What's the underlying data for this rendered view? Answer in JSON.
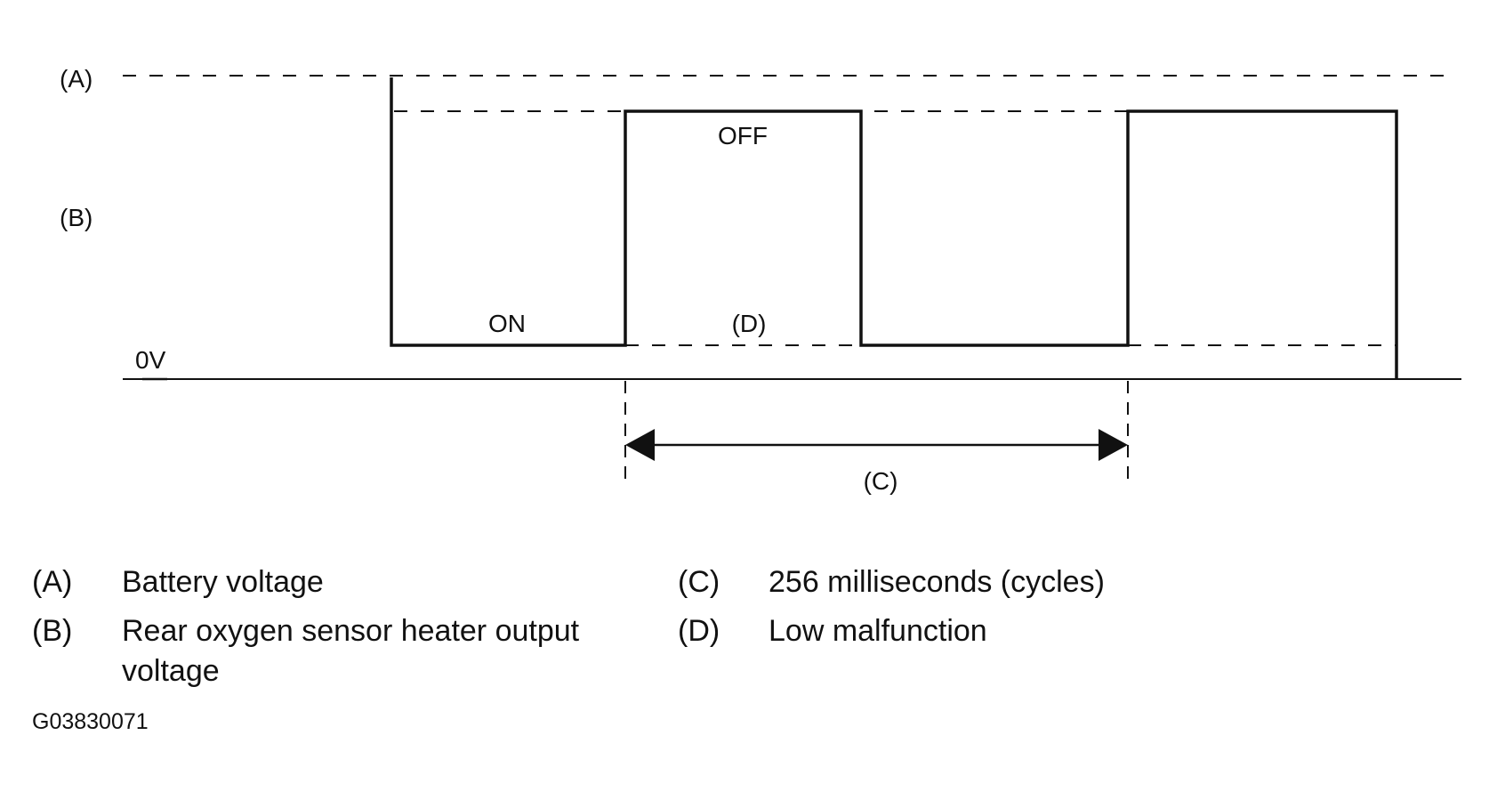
{
  "diagram": {
    "level_labels": {
      "a": "(A)",
      "b": "(B)",
      "zero": "0V"
    },
    "state_labels": {
      "on": "ON",
      "off": "OFF",
      "d": "(D)"
    },
    "period_label": "(C)"
  },
  "legend": {
    "a": {
      "key": "(A)",
      "text": "Battery voltage"
    },
    "b": {
      "key": "(B)",
      "text": "Rear oxygen sensor heater output voltage"
    },
    "c": {
      "key": "(C)",
      "text": "256 milliseconds (cycles)"
    },
    "d": {
      "key": "(D)",
      "text": "Low malfunction"
    }
  },
  "figure_id": "G03830071"
}
